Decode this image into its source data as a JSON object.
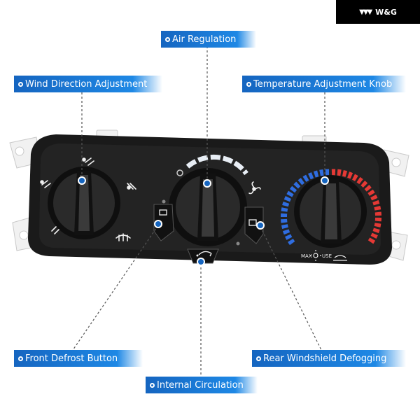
{
  "brand": {
    "logo_text": "W&G",
    "background": "#000000"
  },
  "accent": "#1e88e5",
  "callouts": {
    "air_regulation": "Air Regulation",
    "wind_direction": "Wind Direction Adjustment",
    "temperature": "Temperature Adjustment Knob",
    "front_defrost": "Front Defrost Button",
    "rear_defog": "Rear Windshield Defogging",
    "internal_circulation": "Internal Circulation"
  },
  "panel": {
    "dial_labels": {
      "max": "MAX",
      "use": "USE"
    },
    "icons": [
      "vent-face-icon",
      "vent-feet-icon",
      "vent-floor-icon",
      "defrost-icon",
      "fan-icon",
      "defrost-button-icon",
      "rear-defog-icon",
      "recirculation-icon"
    ],
    "colors": {
      "cold": "#2f6de0",
      "hot": "#e53935",
      "fan_scale": "#e8eef5",
      "panel": "#1a1a1a"
    }
  }
}
